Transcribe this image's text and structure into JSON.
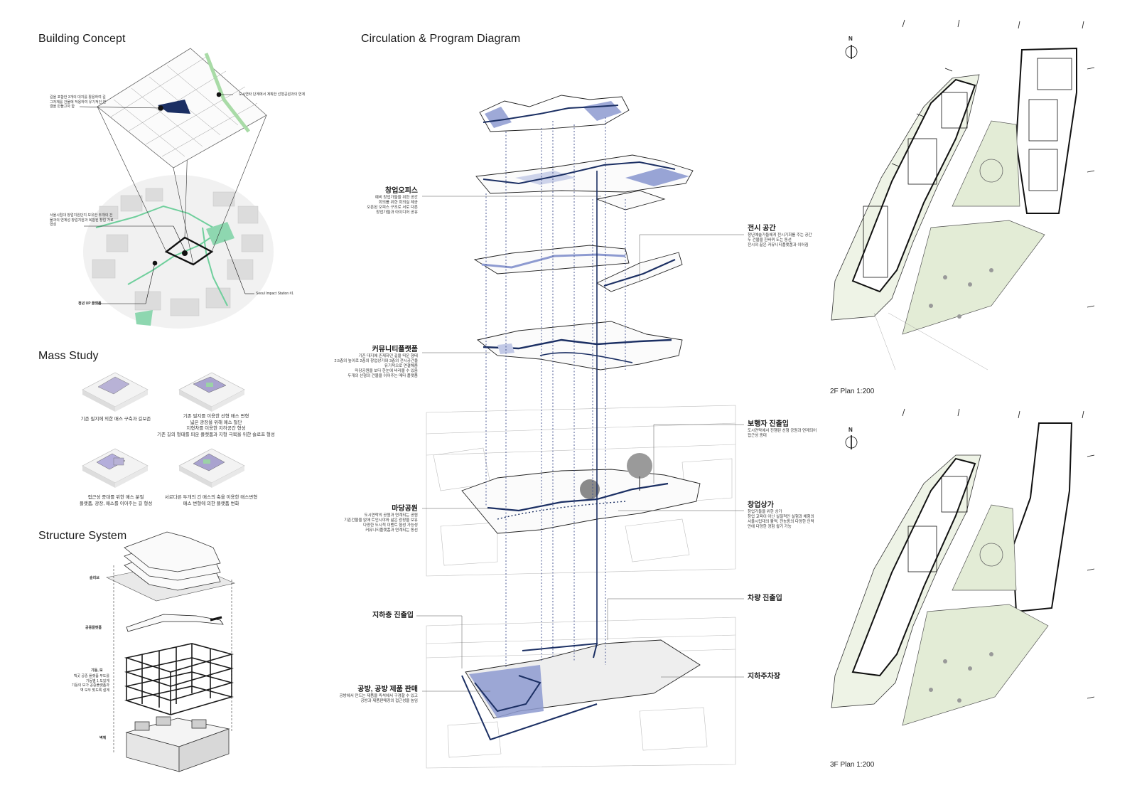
{
  "headings": {
    "building_concept": "Building Concept",
    "circulation": "Circulation & Program Diagram",
    "mass_study": "Mass Study",
    "structure_system": "Structure System"
  },
  "concept": {
    "note_left": "길을 포함한 3개의 대지를 활용하여 길 그자체를 건물에 적용하여 유기적인 연결을 만들고자 함",
    "note_right": "도시연락 단계에서 계획한 선형공원과의 연계",
    "note_mid": "서울시립대 창업지원단지 보유한 두개의 건물과의 연계성 창업지원과 복합된 창업 가로 형성",
    "note_bottom_left": "청년 UP 플랫폼",
    "note_bottom_right": "Seoul Impact Station #1"
  },
  "mass": {
    "cap1": "기존 필지에 의한 매스 구축과 길보존",
    "cap2": "기존 필지를 이용한 선형 매스 변형\n넓은 광장을 위해 매스 절단\n지형차를 이용한 지하공간 형성\n기존 길의 형태를 띄운 플랫폼과 지형 극복을 위한 슬로프 형성",
    "cap3": "접근성 증대를 위한 매스 분절\n플랫폼, 광장, 매스를 이어주는 길 형성",
    "cap4": "서로다른 두개의 긴 매스의 축을 이용한 매스변형\n매스 변형에 의한 플랫폼 변화"
  },
  "structure": {
    "l1": "슬리브",
    "l2": "공중플랫폼",
    "l3_title": "기둥, 보",
    "l3_body": "백곳 공중 플랫폼 무도를\n기등별 1 도있게\n기둥의 보가 공중플랫폼과\n벽 모두 맞도록 설계",
    "l4": "벽체"
  },
  "program": {
    "office_title": "창업오피스",
    "office_body": "예비 창업가들을 위한 공간\n회의를 위한 회의실 제공\n오픈된 오피스 구조로 서로 다른\n창업가들과 아이디어 공유",
    "exhibit_title": "전시 공간",
    "exhibit_body": "청년예술가들에게 전시기회를 주는 공간\n두 건물을 한바퀴 도는 동선\n전시의 끝은 커뮤니티플랫폼과 이어짐",
    "community_title": "커뮤니티플랫폼",
    "community_body": "기존 대지에 존재하던 길을 띄운 형태\n2.5층의 높이로 2층의 창업상가와 3층의 전시공간을\n유기적으로 연결해줌\n마당공원을 보다 한눈에 바라볼 수 있음\n두개의 선형의 건물을 이어주는 매타 플랫폼",
    "ped_title": "보행자 진출입",
    "ped_body": "도시연락에서 진행된 선형 공원과 연계되어\n접근성 증대",
    "yard_title": "마당공원",
    "yard_body": "도시연락의 공원과 연계되는 공원\n기존건물을 없애 트인시야와 넓은 광장을 보유\n다양한 도시적 이벤트 형성 가능성\n커뮤니티플랫폼과 연계되는 동선",
    "shop_title": "창업상가",
    "shop_body": "창업가들을 위한 상가\n창업 교육이 아닌 실질적인 실험과 체험의\n서울시립대의 활력, 전농동의 다양한 인력\n만에 다양한 경험 쌓기 가능",
    "vehicle_title": "차량 진출입",
    "basement_title": "지하층 진출입",
    "parking_title": "지하주차장",
    "workshop_title": "공방, 공방 제품 판매",
    "workshop_body": "공방에서 만드는 제품을 즉석에서 구경할 수 있고\n공방과 제품판매장의 접근성을 높임"
  },
  "plans": {
    "north": "N",
    "plan2_caption": "2F Plan 1:200",
    "plan3_caption": "3F Plan 1:200"
  },
  "colors": {
    "accent_blue": "#1b2f63",
    "program_fill": "#8d9ad0",
    "park_green": "#6fcf9c",
    "plan_green": "#e3ecd6"
  }
}
